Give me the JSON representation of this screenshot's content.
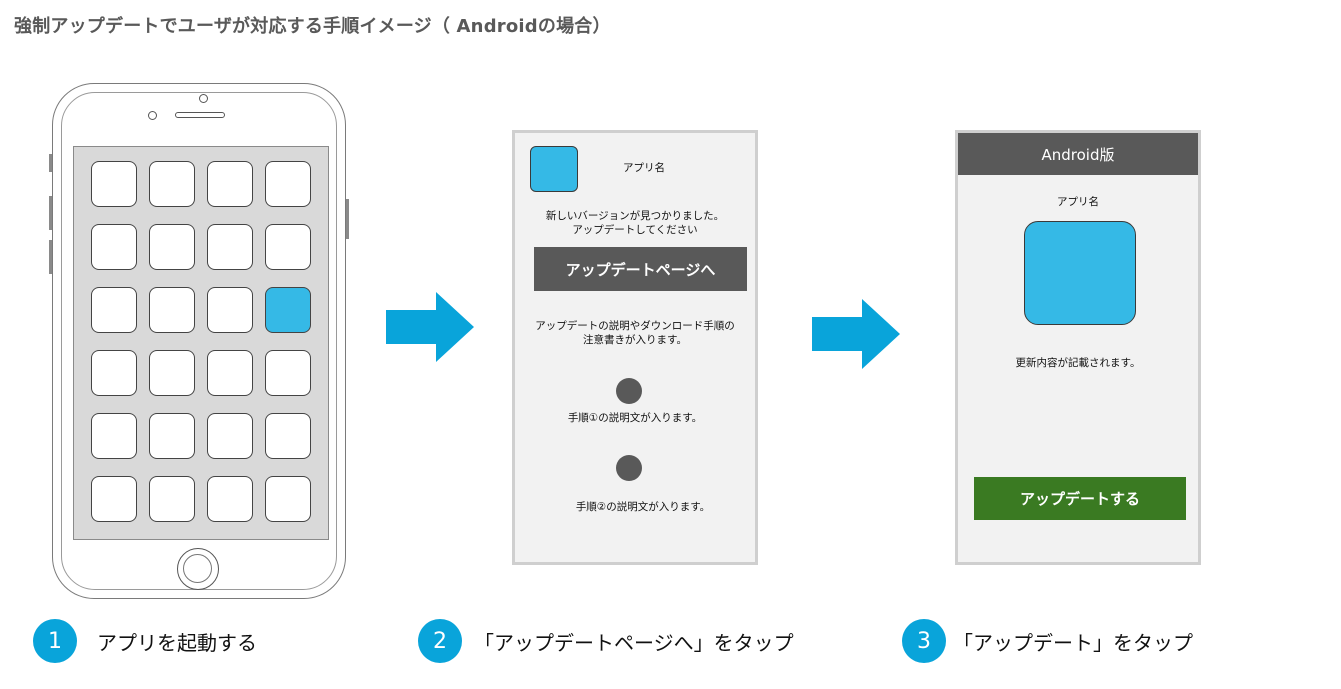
{
  "title": "強制アップデートでユーザが対応する手順イメージ（ Androidの場合）",
  "colors": {
    "accent_blue": "#09a4da",
    "app_icon_blue": "#35b9e6",
    "dark_gray": "#595959",
    "green": "#3a7a22"
  },
  "screen2": {
    "app_name": "アプリ名",
    "message_line1": "新しいバージョンが見つかりました。",
    "message_line2": "アップデートしてください",
    "button_label": "アップデートページへ",
    "desc_line1": "アップデートの説明やダウンロード手順の",
    "desc_line2": "注意書きが入ります。",
    "step1_text": "手順①の説明文が入ります。",
    "step2_text": "手順②の説明文が入ります。"
  },
  "screen3": {
    "header": "Android版",
    "app_name": "アプリ名",
    "update_note": "更新内容が記載されます。",
    "button_label": "アップデートする"
  },
  "steps": [
    {
      "number": "1",
      "label": "アプリを起動する"
    },
    {
      "number": "2",
      "label": "「アップデートページへ」をタップ"
    },
    {
      "number": "3",
      "label": "「アップデート」をタップ"
    }
  ]
}
